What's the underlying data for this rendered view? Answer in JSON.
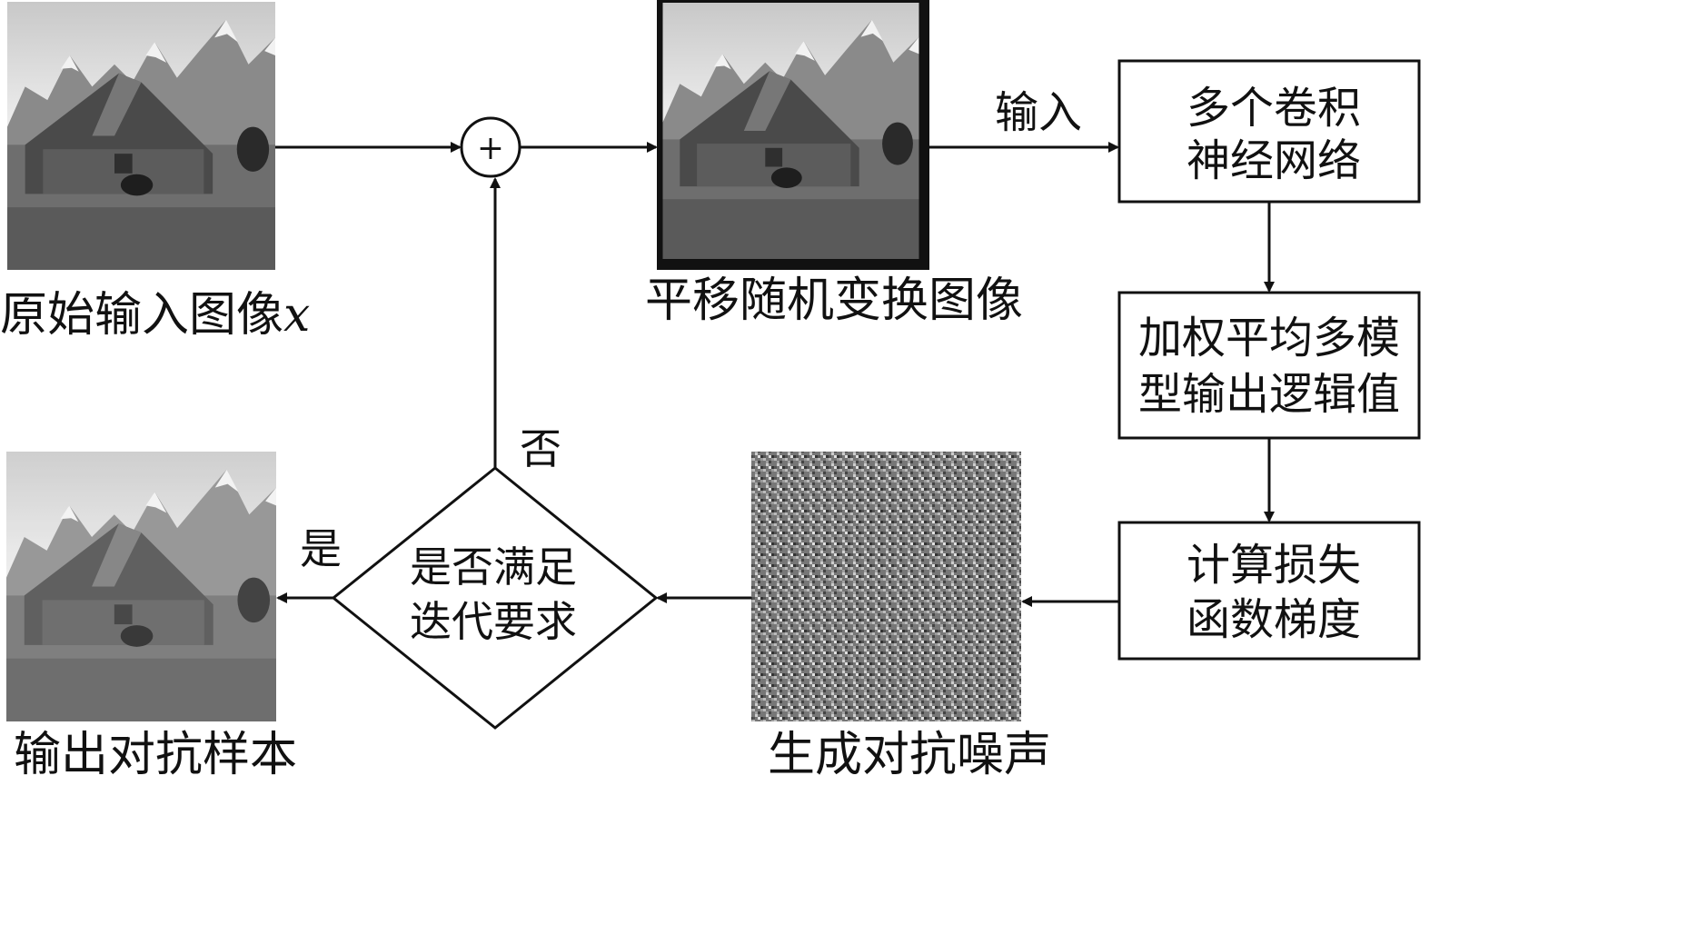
{
  "labels": {
    "original_image": "原始输入图像",
    "original_image_var": "x",
    "shifted_image": "平移随机变换图像",
    "input_arrow": "输入",
    "cnn_line1": "多个卷积",
    "cnn_line2": "神经网络",
    "weighted_line1": "加权平均多模",
    "weighted_line2": "型输出逻辑值",
    "gradient_line1": "计算损失",
    "gradient_line2": "函数梯度",
    "noise": "生成对抗噪声",
    "decision_line1": "是否满足",
    "decision_line2": "迭代要求",
    "yes": "是",
    "no": "否",
    "output_sample": "输出对抗样本",
    "plus": "+"
  }
}
